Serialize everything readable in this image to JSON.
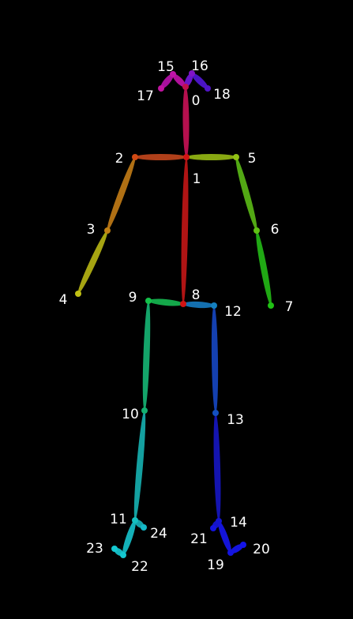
{
  "pose": {
    "keypoints": [
      {
        "id": "0",
        "label": "0"
      },
      {
        "id": "1",
        "label": "1"
      },
      {
        "id": "2",
        "label": "2"
      },
      {
        "id": "3",
        "label": "3"
      },
      {
        "id": "4",
        "label": "4"
      },
      {
        "id": "5",
        "label": "5"
      },
      {
        "id": "6",
        "label": "6"
      },
      {
        "id": "7",
        "label": "7"
      },
      {
        "id": "8",
        "label": "8"
      },
      {
        "id": "9",
        "label": "9"
      },
      {
        "id": "10",
        "label": "10"
      },
      {
        "id": "11",
        "label": "11"
      },
      {
        "id": "12",
        "label": "12"
      },
      {
        "id": "13",
        "label": "13"
      },
      {
        "id": "14",
        "label": "14"
      },
      {
        "id": "15",
        "label": "15"
      },
      {
        "id": "16",
        "label": "16"
      },
      {
        "id": "17",
        "label": "17"
      },
      {
        "id": "18",
        "label": "18"
      },
      {
        "id": "19",
        "label": "19"
      },
      {
        "id": "20",
        "label": "20"
      },
      {
        "id": "21",
        "label": "21"
      },
      {
        "id": "22",
        "label": "22"
      },
      {
        "id": "23",
        "label": "23"
      },
      {
        "id": "24",
        "label": "24"
      }
    ],
    "limbs": [
      {
        "from": "1",
        "to": "0",
        "color": "#b5104e"
      },
      {
        "from": "0",
        "to": "15",
        "color": "#b0109a"
      },
      {
        "from": "0",
        "to": "16",
        "color": "#6a16c8"
      },
      {
        "from": "15",
        "to": "17",
        "color": "#a8109c"
      },
      {
        "from": "16",
        "to": "18",
        "color": "#4a14c4"
      },
      {
        "from": "1",
        "to": "2",
        "color": "#b0401a"
      },
      {
        "from": "2",
        "to": "3",
        "color": "#b07014"
      },
      {
        "from": "3",
        "to": "4",
        "color": "#a6a412"
      },
      {
        "from": "1",
        "to": "5",
        "color": "#88a812"
      },
      {
        "from": "5",
        "to": "6",
        "color": "#52a814"
      },
      {
        "from": "6",
        "to": "7",
        "color": "#20a814"
      },
      {
        "from": "1",
        "to": "8",
        "color": "#b01414"
      },
      {
        "from": "8",
        "to": "9",
        "color": "#14a84a"
      },
      {
        "from": "9",
        "to": "10",
        "color": "#14a46a"
      },
      {
        "from": "10",
        "to": "11",
        "color": "#14a0a0"
      },
      {
        "from": "11",
        "to": "24",
        "color": "#14a0a8"
      },
      {
        "from": "11",
        "to": "22",
        "color": "#14b0b8"
      },
      {
        "from": "22",
        "to": "23",
        "color": "#14b8c0"
      },
      {
        "from": "8",
        "to": "12",
        "color": "#1470b0"
      },
      {
        "from": "12",
        "to": "13",
        "color": "#1440b0"
      },
      {
        "from": "13",
        "to": "14",
        "color": "#1414b0"
      },
      {
        "from": "14",
        "to": "21",
        "color": "#1414c8"
      },
      {
        "from": "14",
        "to": "19",
        "color": "#1414d8"
      },
      {
        "from": "19",
        "to": "20",
        "color": "#1414e0"
      }
    ],
    "joint_colors": {
      "0": "#c0104e",
      "1": "#d01414",
      "2": "#d04a14",
      "3": "#c08014",
      "4": "#c0c014",
      "5": "#90c014",
      "6": "#60c014",
      "7": "#20c014",
      "8": "#d01414",
      "9": "#14c04a",
      "10": "#14b070",
      "11": "#14c0c0",
      "12": "#1480c0",
      "13": "#1450c0",
      "14": "#1414d0",
      "15": "#c014a8",
      "16": "#8014c8",
      "17": "#c014a0",
      "18": "#5014c8",
      "19": "#1414e0",
      "20": "#1414e8",
      "21": "#1414e0",
      "22": "#14c8d0",
      "23": "#14c8d0",
      "24": "#14b8c8"
    }
  }
}
